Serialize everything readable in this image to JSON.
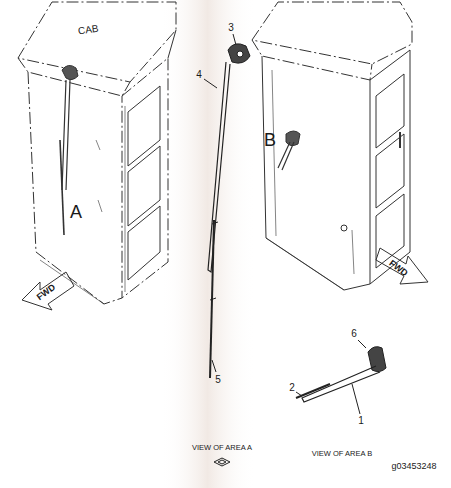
{
  "diagram": {
    "labels": [
      "CAB",
      "A",
      "FWD",
      "B",
      "FWD",
      "3",
      "4",
      "5",
      "VIEW OF AREA A",
      "6",
      "2",
      "1",
      "VIEW OF AREA B",
      "g03453248"
    ]
  }
}
